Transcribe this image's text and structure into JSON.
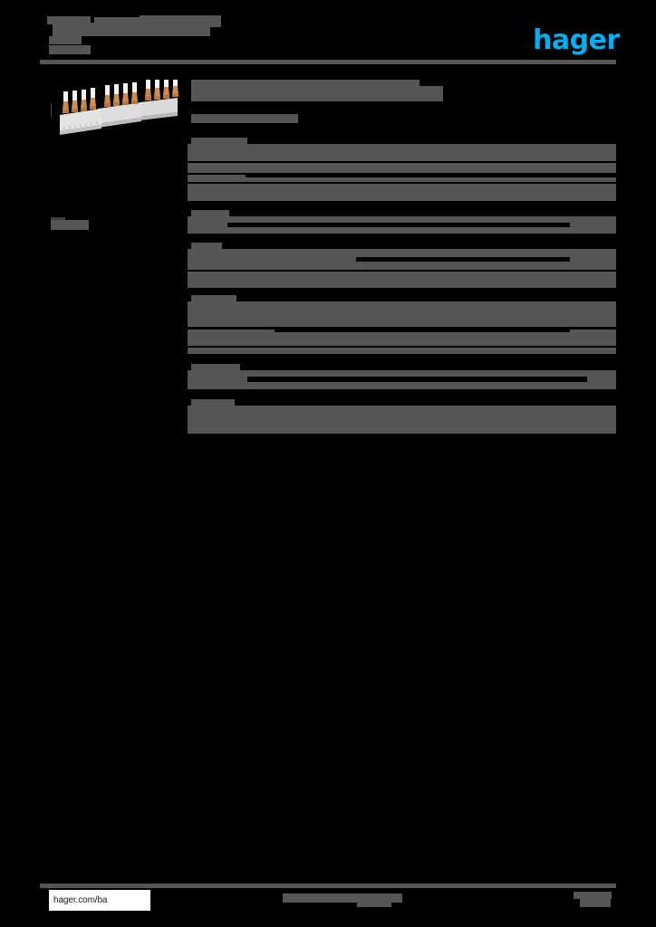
{
  "document": {
    "background_color": "#000000",
    "redaction_color": "#555557",
    "brand_color": "#00AEEF",
    "header": {
      "doc_id": "",
      "title_line_1": "",
      "title_line_2": "",
      "title_line_3": "",
      "subtitle_line_1": "",
      "subtitle_line_2": "",
      "logo_text": "hager"
    },
    "product": {
      "image_alt": "three-phase comb busbar with copper fork terminals",
      "icon": "busbar-image"
    },
    "sidebar": {
      "label": ""
    },
    "main": {
      "eyebrow": "",
      "title": "",
      "subtitle": "",
      "spec_groups": [
        {
          "label": "",
          "rows": [
            {
              "name": "",
              "value": ""
            },
            {
              "name": "",
              "value": ""
            },
            {
              "name": "",
              "value": ""
            },
            {
              "name": "",
              "value": ""
            }
          ]
        },
        {
          "label": "",
          "rows": [
            {
              "name": "",
              "value": ""
            }
          ]
        },
        {
          "label": "",
          "rows": [
            {
              "name": "",
              "value": ""
            },
            {
              "name": "",
              "value": ""
            },
            {
              "name": "",
              "value": ""
            }
          ]
        },
        {
          "label": "",
          "rows": [
            {
              "name": "",
              "value": ""
            },
            {
              "name": "",
              "value": ""
            },
            {
              "name": "",
              "value": ""
            },
            {
              "name": "",
              "value": ""
            }
          ]
        },
        {
          "label": "",
          "rows": [
            {
              "name": "",
              "value": ""
            }
          ]
        },
        {
          "label": "",
          "rows": [
            {
              "name": "",
              "value": ""
            },
            {
              "name": "",
              "value": ""
            }
          ]
        }
      ]
    },
    "footer": {
      "url": "hager.com/ba",
      "center_text": "",
      "center_text_2": "",
      "page_label": "",
      "page_number": ""
    }
  }
}
